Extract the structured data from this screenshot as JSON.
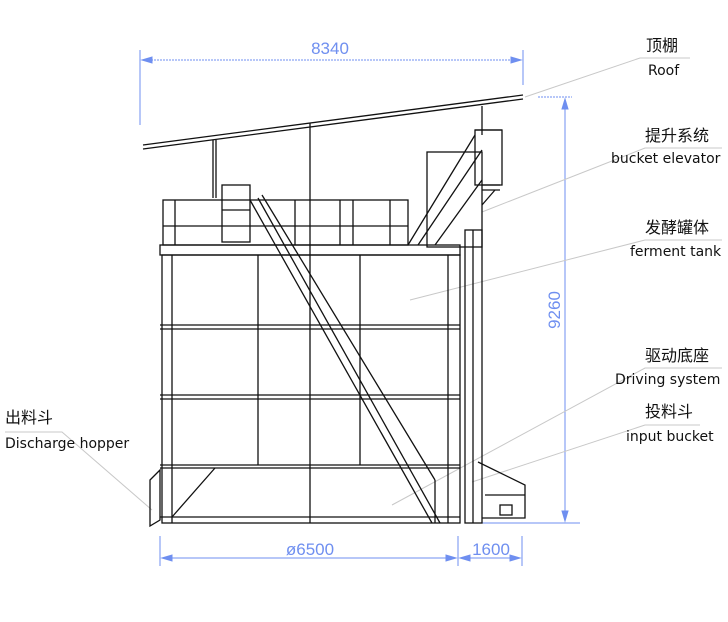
{
  "title": "Fermentation tank elevation drawing",
  "colors": {
    "dimension": "#6f8ff0",
    "drawing": "#111111",
    "leader": "#c8c8c8"
  },
  "dimensions": {
    "roof_width": "8340",
    "total_height": "9260",
    "tank_diameter": "ø6500",
    "bucket_width": "1600"
  },
  "labels": [
    {
      "cn": "顶棚",
      "en": "Roof"
    },
    {
      "cn": "提升系统",
      "en": "bucket elevator"
    },
    {
      "cn": "发酵罐体",
      "en": "ferment tank"
    },
    {
      "cn": "驱动底座",
      "en": "Driving system"
    },
    {
      "cn": "投料斗",
      "en": "input bucket"
    },
    {
      "cn": "出料斗",
      "en": "Discharge hopper"
    }
  ]
}
